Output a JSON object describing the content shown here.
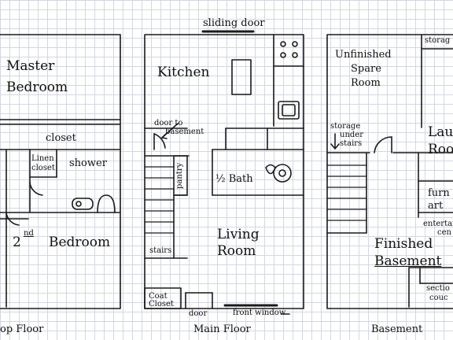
{
  "floors": {
    "top": {
      "caption": "Top Floor",
      "caption_visible": "op Floor",
      "rooms": {
        "master_bedroom_l1": "Master",
        "master_bedroom_l2": "Bedroom",
        "closet": "closet",
        "linen_closet_l1": "Linen",
        "linen_closet_l2": "closet",
        "shower": "shower",
        "second_bedroom_num": "2",
        "second_bedroom_sup": "nd",
        "second_bedroom_word": "Bedroom"
      }
    },
    "main": {
      "caption": "Main Floor",
      "sliding_door": "sliding door",
      "kitchen": "Kitchen",
      "door_to_basement_l1": "door to",
      "door_to_basement_l2": "basement",
      "pantry": "pantry",
      "half_bath": "½ Bath",
      "living_room_l1": "Living",
      "living_room_l2": "Room",
      "stairs": "stairs",
      "coat_closet_l1": "Coat",
      "coat_closet_l2": "Closet",
      "door": "door",
      "front_window": "front window"
    },
    "basement": {
      "caption": "Basement",
      "storage_top": "storag",
      "unfinished_l1": "Unfinished",
      "unfinished_l2": "Spare",
      "unfinished_l3": "Room",
      "storage_under_l1": "storage",
      "storage_under_l2": "under",
      "storage_under_l3": "stairs",
      "laundry_l1": "Lau",
      "laundry_l2": "Roo",
      "furnace_l1": "furn",
      "furnace_l2": "art",
      "entertainment_l1": "entertai",
      "entertainment_l2": "cen",
      "finished_l1": "Finished",
      "finished_l2": "Basement",
      "sectional_l1": "sectio",
      "sectional_l2": "couc"
    }
  }
}
